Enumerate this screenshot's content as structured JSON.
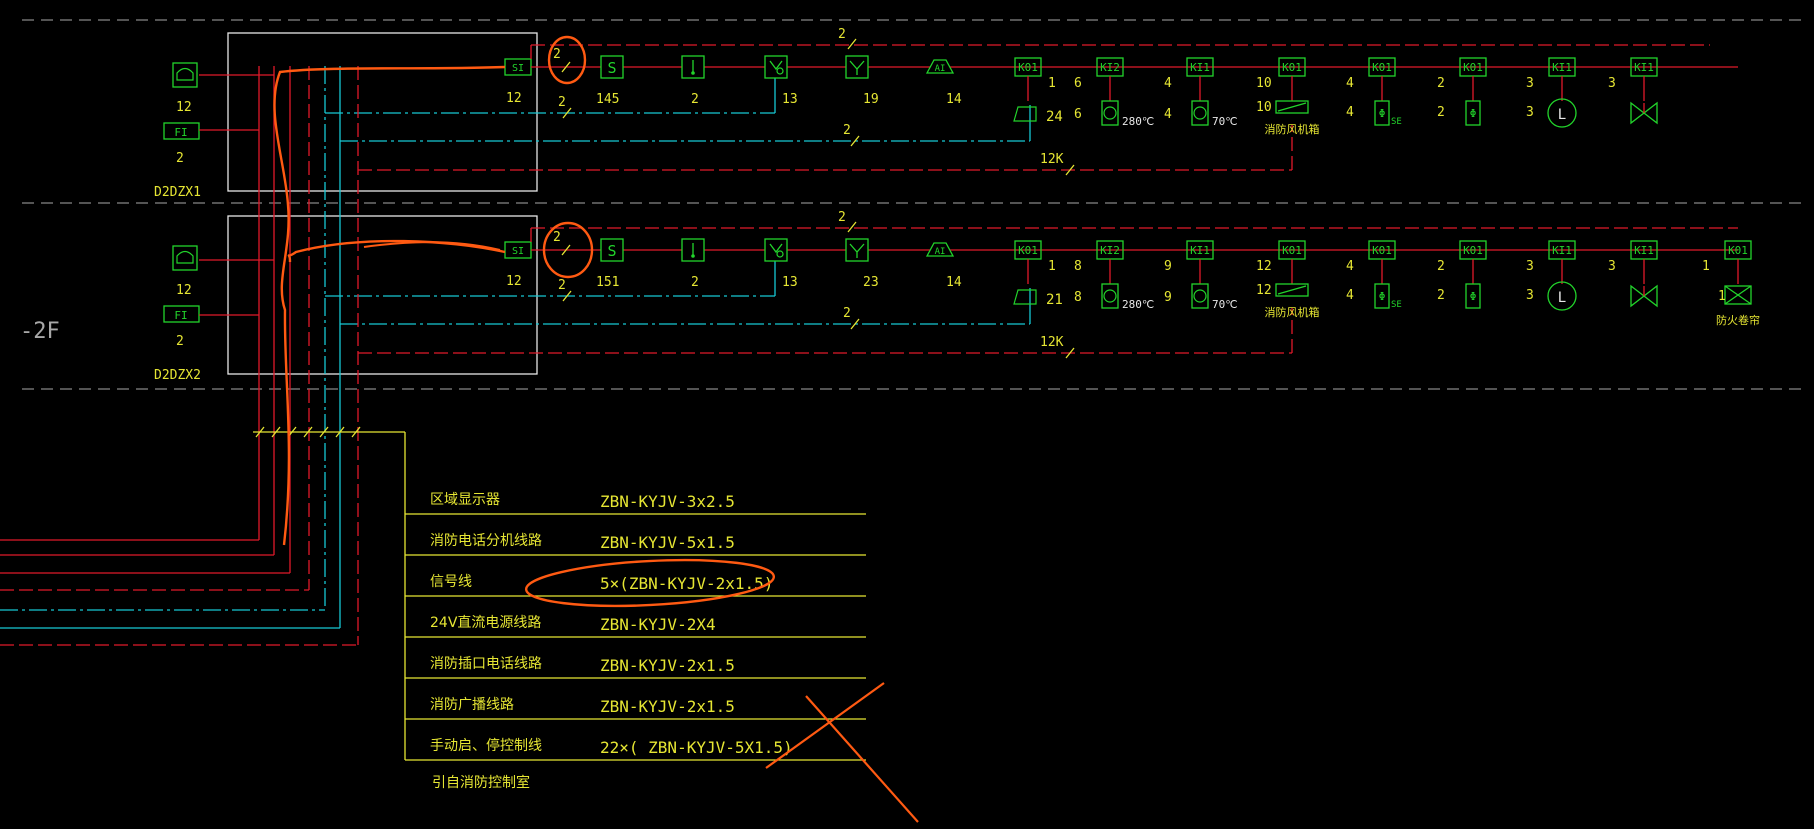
{
  "floor_label": "-2F",
  "colors": {
    "background": "#000000",
    "red": "#e0192a",
    "cyan": "#17c8d4",
    "green": "#22d42b",
    "yellow": "#e6e633",
    "white": "#e8e8e8",
    "gray": "#a8a8a8",
    "orange": "#ff5a12"
  },
  "panels": [
    {
      "name": "D2DZX1",
      "phone_count": "12",
      "fi_label": "FI",
      "fi_count": "2",
      "si_label": "SI",
      "si_count": "12",
      "si_mark": "2",
      "signal_mark": "2",
      "power_mark": "2",
      "bus_mark": "2",
      "red_count": "12K",
      "devices": [
        {
          "icon": "S",
          "count": "145"
        },
        {
          "icon": "manual-call",
          "count": "2"
        },
        {
          "icon": "hydrant",
          "count": "13"
        },
        {
          "icon": "smoke",
          "count": "19"
        },
        {
          "icon": "alarm",
          "count": "14"
        }
      ],
      "modules": [
        {
          "label": "K01",
          "top": "1",
          "bottom": "24",
          "sub": ""
        },
        {
          "label": "KI2",
          "top": "6",
          "bottom": "6",
          "sub": "280℃"
        },
        {
          "label": "KI1",
          "top": "4",
          "bottom": "4",
          "sub": "70℃"
        },
        {
          "label": "K01",
          "top": "10",
          "bottom": "10",
          "sub": "消防风机箱"
        },
        {
          "label": "K01",
          "top": "4",
          "bottom": "4",
          "sub": "SE"
        },
        {
          "label": "K01",
          "top": "2",
          "bottom": "2",
          "sub": ""
        },
        {
          "label": "KI1",
          "top": "3",
          "bottom": "3",
          "sub": "L"
        },
        {
          "label": "KI1",
          "top": "3",
          "bottom": "",
          "sub": ""
        }
      ]
    },
    {
      "name": "D2DZX2",
      "phone_count": "12",
      "fi_label": "FI",
      "fi_count": "2",
      "si_label": "SI",
      "si_count": "12",
      "si_mark": "2",
      "signal_mark": "2",
      "power_mark": "2",
      "bus_mark": "2",
      "red_count": "12K",
      "devices": [
        {
          "icon": "S",
          "count": "151"
        },
        {
          "icon": "manual-call",
          "count": "2"
        },
        {
          "icon": "hydrant",
          "count": "13"
        },
        {
          "icon": "smoke",
          "count": "23"
        },
        {
          "icon": "alarm",
          "count": "14"
        }
      ],
      "modules": [
        {
          "label": "K01",
          "top": "1",
          "bottom": "21",
          "sub": ""
        },
        {
          "label": "KI2",
          "top": "8",
          "bottom": "8",
          "sub": "280℃"
        },
        {
          "label": "KI1",
          "top": "9",
          "bottom": "9",
          "sub": "70℃"
        },
        {
          "label": "K01",
          "top": "12",
          "bottom": "12",
          "sub": "消防风机箱"
        },
        {
          "label": "K01",
          "top": "4",
          "bottom": "4",
          "sub": "SE"
        },
        {
          "label": "K01",
          "top": "2",
          "bottom": "2",
          "sub": ""
        },
        {
          "label": "KI1",
          "top": "3",
          "bottom": "3",
          "sub": "L"
        },
        {
          "label": "KI1",
          "top": "3",
          "bottom": "",
          "sub": ""
        },
        {
          "label": "K01",
          "top": "1",
          "bottom": "1",
          "sub": "防火卷帘"
        }
      ]
    }
  ],
  "cable_table": [
    {
      "name": "区域显示器",
      "spec": "ZBN-KYJV-3x2.5"
    },
    {
      "name": "消防电话分机线路",
      "spec": "ZBN-KYJV-5x1.5"
    },
    {
      "name": "信号线",
      "spec": "5×(ZBN-KYJV-2x1.5)"
    },
    {
      "name": "24V直流电源线路",
      "spec": "ZBN-KYJV-2X4"
    },
    {
      "name": "消防插口电话线路",
      "spec": "ZBN-KYJV-2x1.5"
    },
    {
      "name": "消防广播线路",
      "spec": "ZBN-KYJV-2x1.5"
    },
    {
      "name": "手动启、停控制线",
      "spec": "22×( ZBN-KYJV-5X1.5)"
    }
  ],
  "table_footer": "引自消防控制室"
}
